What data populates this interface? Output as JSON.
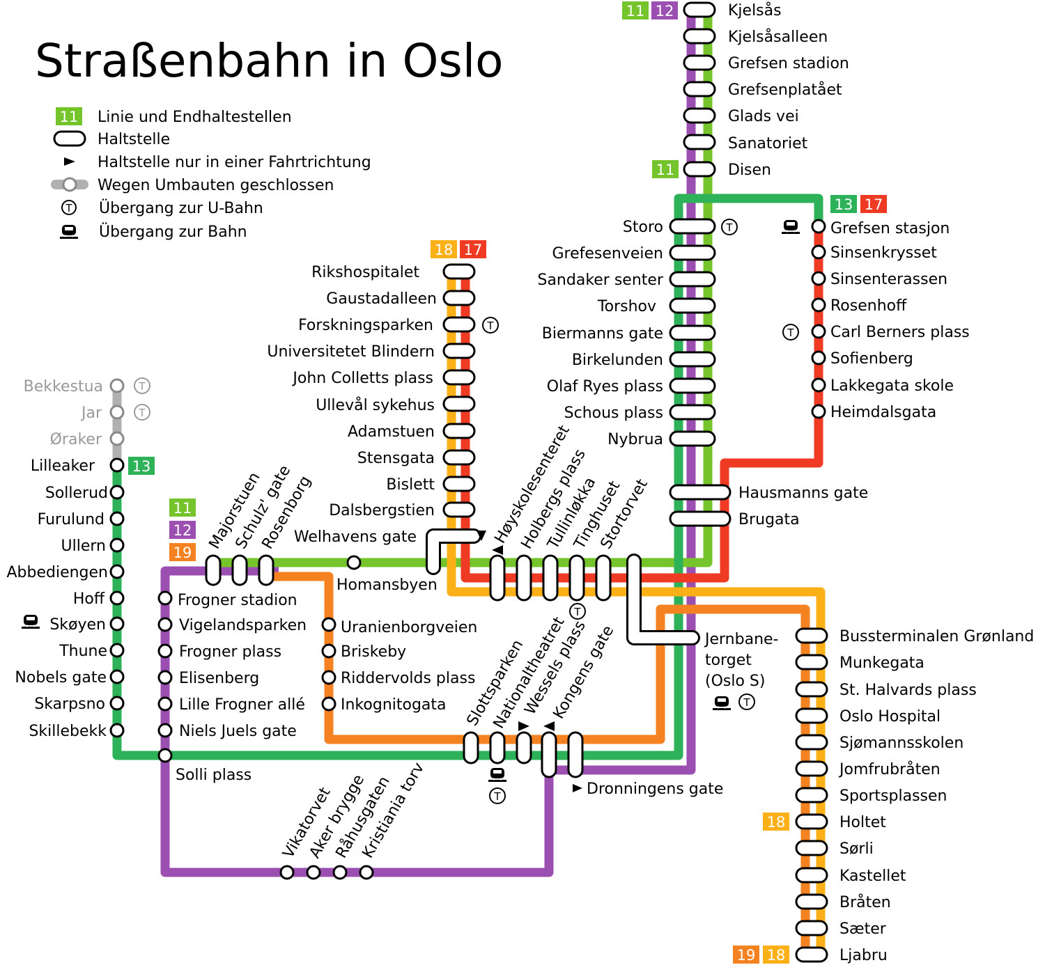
{
  "title": "Straßenbahn in Oslo",
  "colors": {
    "line11": "#76c42b",
    "line12": "#9b4fb0",
    "line13": "#2db25a",
    "line17": "#ef3a24",
    "line18": "#fbb017",
    "line19": "#f58220",
    "closed": "#b0b0b0"
  },
  "legend": [
    {
      "symbol": "badge",
      "badge": "11",
      "text": "Linie und Endhaltestellen"
    },
    {
      "symbol": "stop-pill",
      "text": "Haltstelle"
    },
    {
      "symbol": "triangle-icon",
      "text": "Haltstelle nur in einer Fahrtrichtung"
    },
    {
      "symbol": "closed-stop-icon",
      "text": "Wegen Umbauten geschlossen"
    },
    {
      "symbol": "metro-t-icon",
      "text": "Übergang zur U-Bahn"
    },
    {
      "symbol": "train-icon",
      "text": "Übergang zur Bahn"
    }
  ],
  "badges": {
    "kjelsas_11": "11",
    "kjelsas_12": "12",
    "disen_11": "11",
    "grefsen_13": "13",
    "grefsen_17": "17",
    "riks_18": "18",
    "riks_17": "17",
    "lilleaker_13": "13",
    "maj_11": "11",
    "maj_12": "12",
    "maj_19": "19",
    "holtet_18": "18",
    "ljabru_19": "19",
    "ljabru_18": "18"
  },
  "stations": {
    "north": [
      "Kjelsås",
      "Kjelsåsalleen",
      "Grefsen stadion",
      "Grefsenplatået",
      "Glads vei",
      "Sanatoriet",
      "Disen"
    ],
    "storo_trunk": [
      "Storo",
      "Grefesenveien",
      "Sandaker senter",
      "Torshov",
      "Biermanns gate",
      "Birkelunden",
      "Olaf Ryes plass",
      "Schous plass",
      "Nybrua"
    ],
    "grefsen_line": [
      "Grefsen stasjon",
      "Sinsenkrysset",
      "Sinsenterassen",
      "Rosenhoff",
      "Carl Berners plass",
      "Sofienberg",
      "Lakkegata skole",
      "Heimdalsgata"
    ],
    "ullevaal_line": [
      "Rikshospitalet",
      "Gaustadalleen",
      "Forskningsparken",
      "Universitetet Blindern",
      "John Colletts plass",
      "Ullevål sykehus",
      "Adamstuen",
      "Stensgata",
      "Bislett",
      "Dalsbergstien",
      "Welhavens gate"
    ],
    "closed": [
      "Bekkestua",
      "Jar",
      "Øraker"
    ],
    "lilleaker_line": [
      "Lilleaker",
      "Sollerud",
      "Furulund",
      "Ullern",
      "Abbediengen",
      "Hoff",
      "Skøyen",
      "Thune",
      "Nobels gate",
      "Skarpsno",
      "Skillebekk"
    ],
    "frogner_line": [
      "Frogner stadion",
      "Vigelandsparken",
      "Frogner plass",
      "Elisenberg",
      "Lille Frogner allé",
      "Niels Juels gate"
    ],
    "uranienborg_line": [
      "Uranienborgveien",
      "Briskeby",
      "Riddervolds plass",
      "Inkognitogata"
    ],
    "homansbyen": "Homansbyen",
    "solli": "Solli plass",
    "hausmanns": "Hausmanns gate",
    "brugata": "Brugata",
    "jernbanetorget": [
      "Jernbane-",
      "torget",
      "(Oslo S)"
    ],
    "dronningens": "Dronningens gate",
    "east_line": [
      "Bussterminalen Grønland",
      "Munkegata",
      "St. Halvards plass",
      "Oslo Hospital",
      "Sjømannsskolen",
      "Jomfrubråten",
      "Sportsplassen",
      "Holtet",
      "Sørli",
      "Kastellet",
      "Bråten",
      "Sæter",
      "Ljabru"
    ],
    "center_rotated": [
      "Høyskolesenteret",
      "Holbergs plass",
      "Tullinløkka",
      "Tinghuset",
      "Stortorvet"
    ],
    "majorstuen_rotated": [
      "Majorstuen",
      "Schulz' gate",
      "Rosenborg"
    ],
    "nationaltheatret_rotated": [
      "Slottsparken",
      "Nationaltheatret",
      "Wessels plass",
      "Kongens gate"
    ],
    "aker_rotated": [
      "Vikatorvet",
      "Aker brygge",
      "Råhusgaten",
      "Kristiania torv"
    ]
  },
  "symbols": {
    "metro": "T",
    "train": "train-icon",
    "triangle": "triangle-icon"
  }
}
